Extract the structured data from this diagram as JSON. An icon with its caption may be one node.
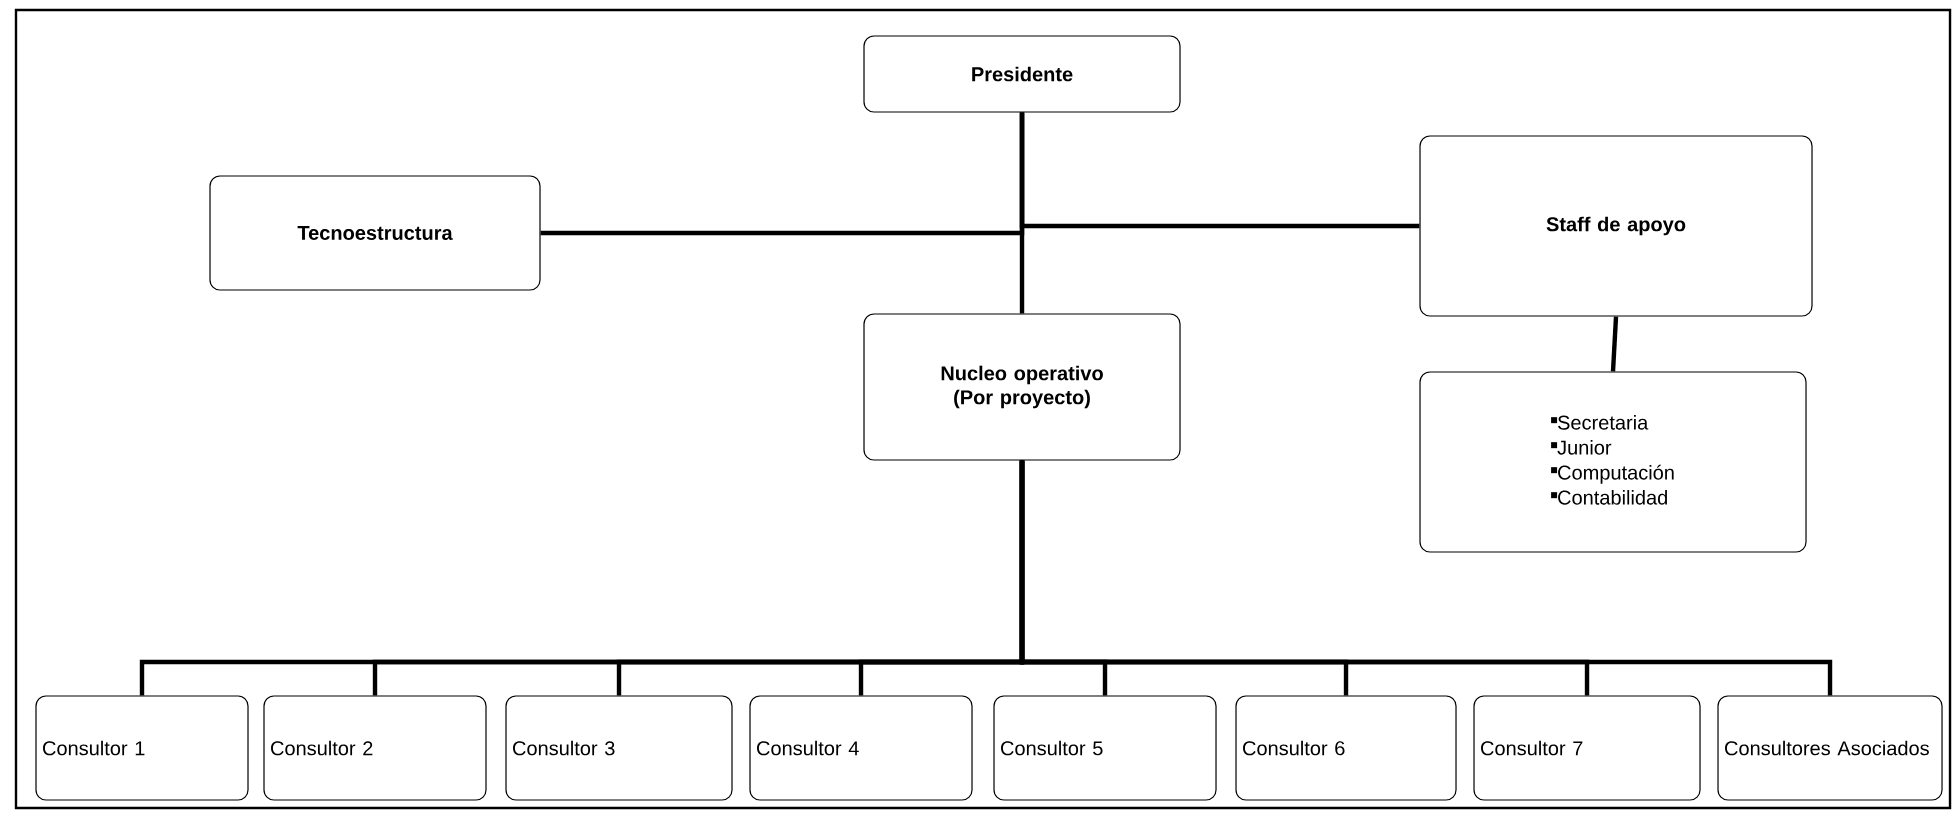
{
  "diagram": {
    "nodes": [
      {
        "text": [
          "Presidente"
        ]
      },
      {
        "text": [
          "Tecnoestructura"
        ]
      },
      {
        "text": [
          "Staff de apoyo"
        ]
      },
      {
        "text": [
          "Nucleo operativo (Por proyecto)"
        ]
      },
      {
        "text": [
          "Secretaria",
          "Junior",
          "Computación",
          "Contabilidad"
        ]
      },
      {
        "text": [
          "Consultor 1"
        ]
      },
      {
        "text": [
          "Consultor 2"
        ]
      },
      {
        "text": [
          "Consultor 3"
        ]
      },
      {
        "text": [
          "Consultor 4"
        ]
      },
      {
        "text": [
          "Consultor 5"
        ]
      },
      {
        "text": [
          "Consultor 6"
        ]
      },
      {
        "text": [
          "Consultor 7"
        ]
      },
      {
        "text": [
          "Consultores Asociados"
        ]
      }
    ],
    "edges": [
      {
        "from": 0,
        "to": 1,
        "arrow": "none"
      },
      {
        "from": 0,
        "to": 2,
        "arrow": "none"
      },
      {
        "from": 0,
        "to": 3,
        "arrow": "none"
      },
      {
        "from": 2,
        "to": 4,
        "arrow": "none"
      },
      {
        "from": 3,
        "to": 5,
        "arrow": "none"
      },
      {
        "from": 3,
        "to": 6,
        "arrow": "none"
      },
      {
        "from": 3,
        "to": 7,
        "arrow": "none"
      },
      {
        "from": 3,
        "to": 8,
        "arrow": "none"
      },
      {
        "from": 3,
        "to": 9,
        "arrow": "none"
      },
      {
        "from": 3,
        "to": 10,
        "arrow": "none"
      },
      {
        "from": 3,
        "to": 11,
        "arrow": "none"
      },
      {
        "from": 3,
        "to": 12,
        "arrow": "none"
      }
    ]
  }
}
